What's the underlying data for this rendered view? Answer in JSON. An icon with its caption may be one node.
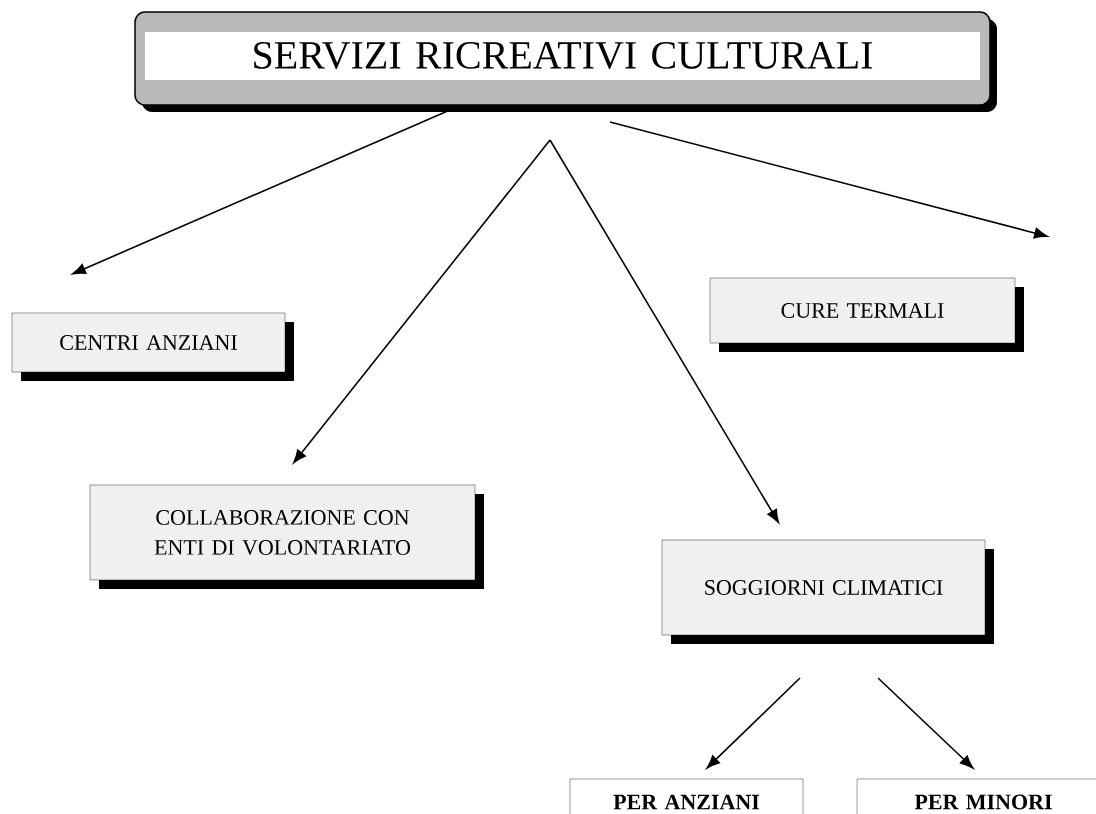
{
  "diagram": {
    "nodes": [
      {
        "text": [
          "SERVIZI RICREATIVI CULTURALI"
        ]
      },
      {
        "text": [
          "CENTRI ANZIANI"
        ]
      },
      {
        "text": [
          "COLLABORAZIONE CON ENTI DI VOLONTARIATO"
        ]
      },
      {
        "text": [
          "CURE TERMALI"
        ]
      },
      {
        "text": [
          "SOGGIORNI CLIMATICI"
        ]
      },
      {
        "text": [
          "PER ANZIANI"
        ]
      },
      {
        "text": [
          "PER MINORI"
        ]
      }
    ],
    "edges": [
      {
        "from": 0,
        "to": 1,
        "arrow": "to"
      },
      {
        "from": 0,
        "to": 2,
        "arrow": "to"
      },
      {
        "from": 0,
        "to": 4,
        "arrow": "to"
      },
      {
        "from": 0,
        "to": 3,
        "arrow": "to"
      },
      {
        "from": 4,
        "to": 5,
        "arrow": "to"
      },
      {
        "from": 4,
        "to": 6,
        "arrow": "to"
      }
    ]
  }
}
